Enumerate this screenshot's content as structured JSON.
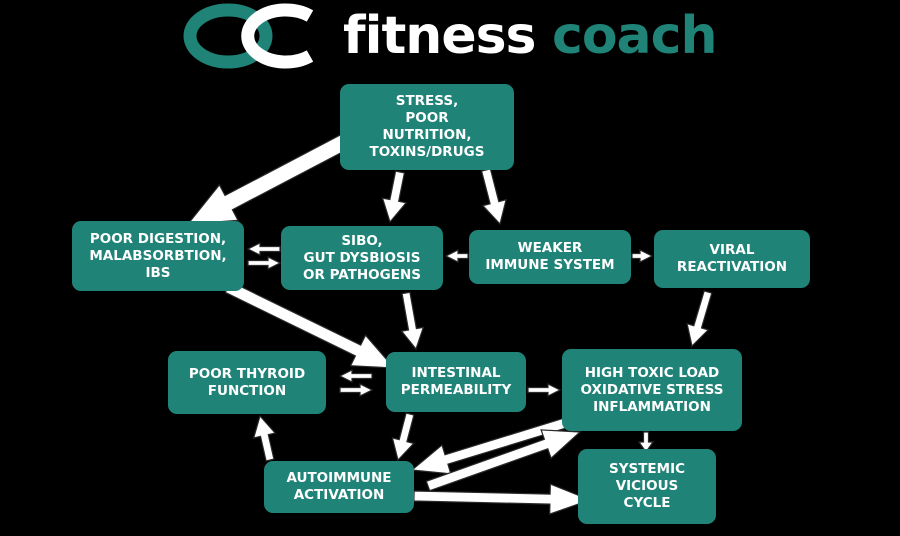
{
  "logo": {
    "word1": "fitness",
    "word2": "coach",
    "brand_color": "#1f8377"
  },
  "nodes": {
    "stress": "STRESS,\nPOOR\nNUTRITION,\nTOXINS/DRUGS",
    "poor_digestion": "POOR DIGESTION,\nMALABSORBTION,\nIBS",
    "sibo": "SIBO,\nGUT DYSBIOSIS\nOR PATHOGENS",
    "weaker_immune": "WEAKER\nIMMUNE SYSTEM",
    "viral": "VIRAL\nREACTIVATION",
    "poor_thyroid": "POOR THYROID\nFUNCTION",
    "intestinal": "INTESTINAL\nPERMEABILITY",
    "toxic_load": "HIGH TOXIC LOAD\nOXIDATIVE STRESS\nINFLAMMATION",
    "autoimmune": "AUTOIMMUNE\nACTIVATION",
    "systemic": "SYSTEMIC\nVICIOUS\nCYCLE"
  },
  "colors": {
    "box": "#1f8377",
    "arrow_fill": "#ffffff",
    "arrow_stroke": "#2b2b2b"
  }
}
